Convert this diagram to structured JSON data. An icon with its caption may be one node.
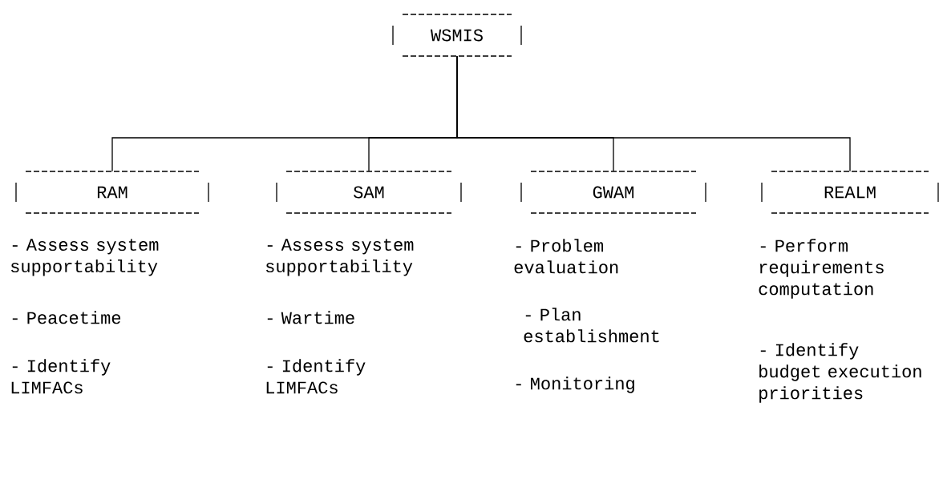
{
  "diagram": {
    "nodes": [
      {
        "text": [
          "WSMIS"
        ]
      },
      {
        "text": [
          "RAM"
        ],
        "beside": [
          "- Assess system supportability",
          "- Peacetime",
          "- Identify LIMFACs"
        ]
      },
      {
        "text": [
          "SAM"
        ],
        "beside": [
          "- Assess system supportability",
          "- Wartime",
          "- Identify LIMFACs"
        ]
      },
      {
        "text": [
          "GWAM"
        ],
        "beside": [
          "- Problem evaluation",
          "- Plan establishment",
          "- Monitoring"
        ]
      },
      {
        "text": [
          "REALM"
        ],
        "beside": [
          "- Perform requirements computation",
          "- Identify budget execution priorities"
        ]
      }
    ],
    "edges": [
      {
        "from": 0,
        "to": 1,
        "arrow": "none"
      },
      {
        "from": 0,
        "to": 2,
        "arrow": "none"
      },
      {
        "from": 0,
        "to": 3,
        "arrow": "none"
      },
      {
        "from": 0,
        "to": 4,
        "arrow": "none"
      }
    ]
  }
}
